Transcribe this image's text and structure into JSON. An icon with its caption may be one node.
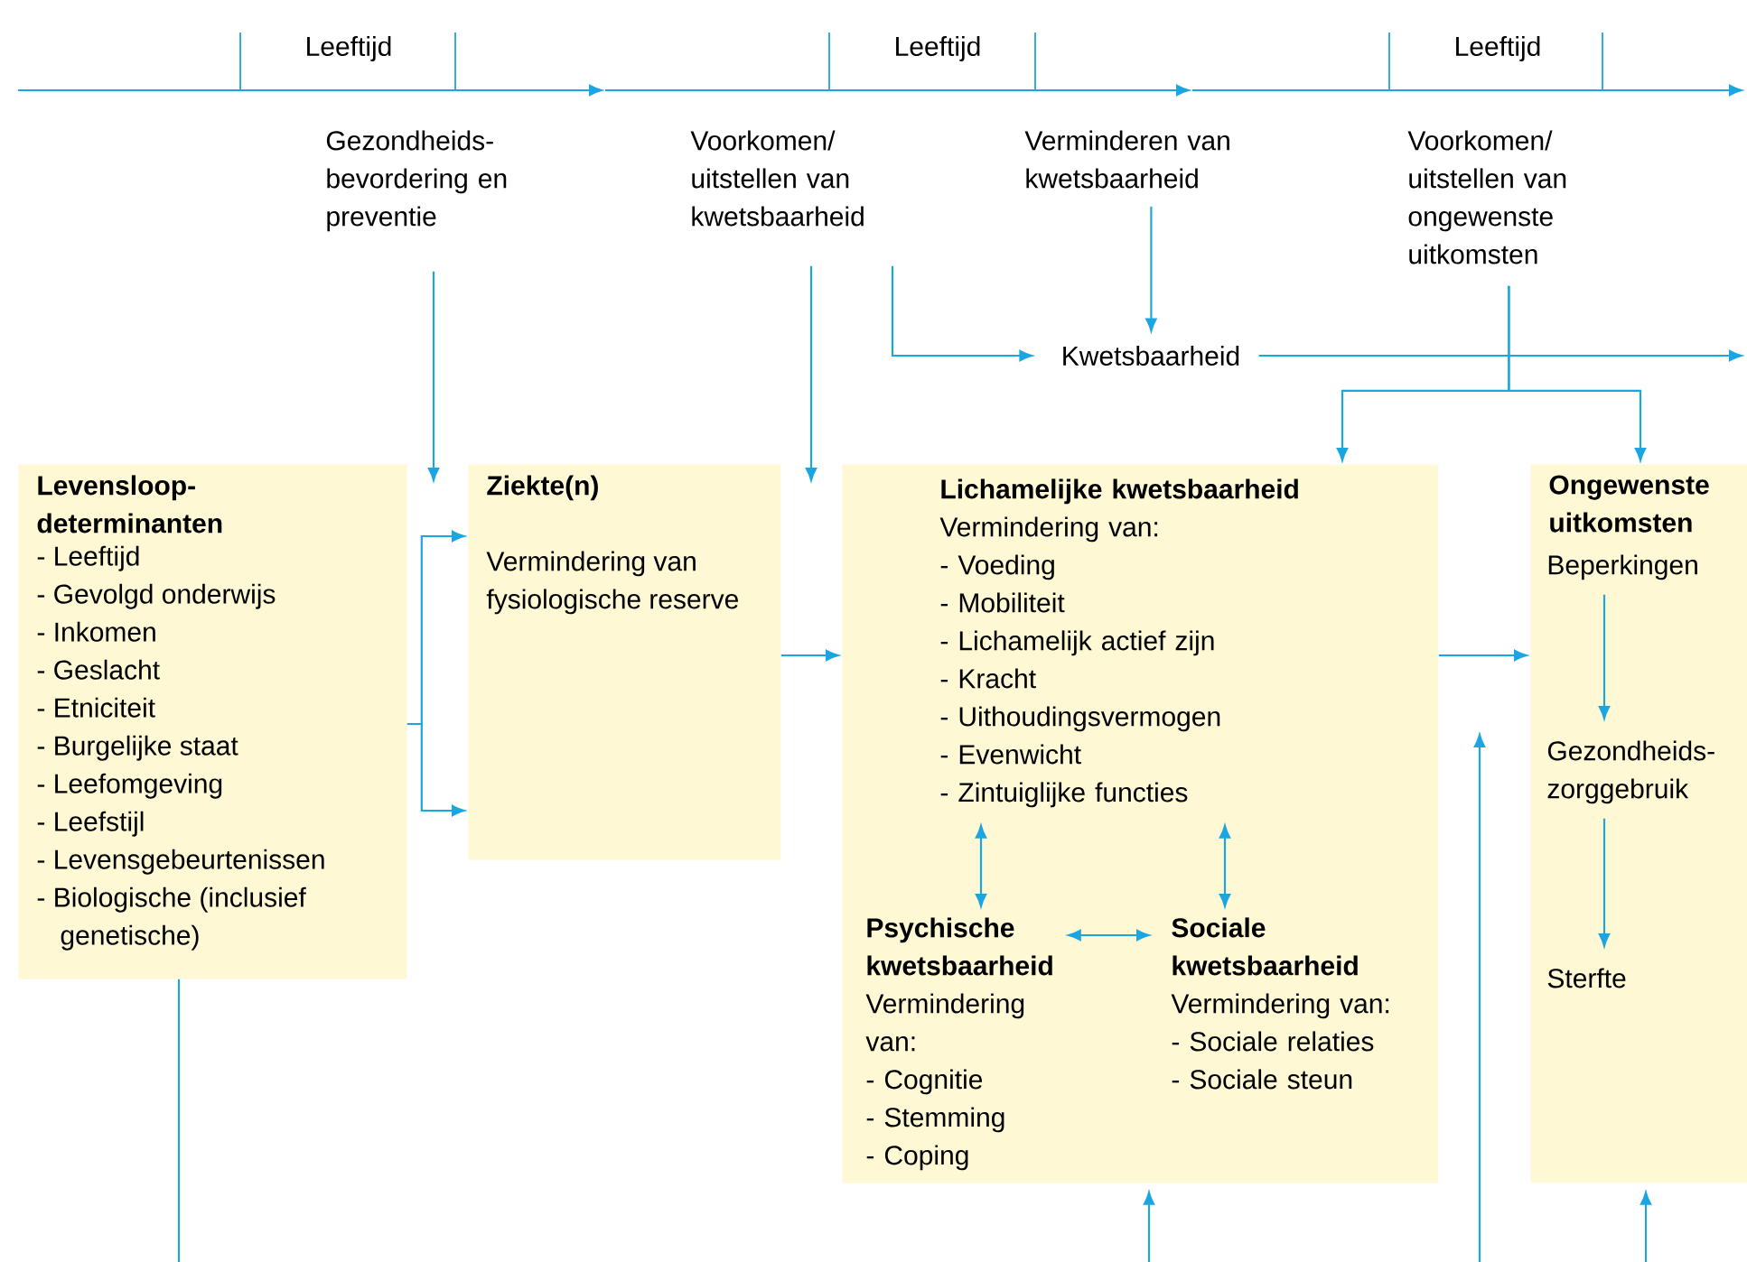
{
  "diagram": {
    "nodes": [
      {
        "text": [
          "Gezondheids- bevordering en preventie"
        ]
      },
      {
        "text": [
          "Voorkomen/ uitstellen van kwetsbaarheid"
        ]
      },
      {
        "text": [
          "Verminderen van kwetsbaarheid"
        ]
      },
      {
        "text": [
          "Voorkomen/ uitstellen van ongewenste uitkomsten"
        ]
      },
      {
        "text": [
          "Kwetsbaarheid"
        ]
      },
      {
        "text": [
          "Levensloop- determinanten",
          "- Leeftijd",
          "- Gevolgd onderwijs",
          "- Inkomen",
          "- Geslacht",
          "- Etniciteit",
          "- Burgelijke staat",
          "- Leefomgeving",
          "- Leefstijl",
          "- Levensgebeurtenissen",
          "- Biologische (inclusief genetische)"
        ]
      },
      {
        "text": [
          "Ziekte(n)",
          "Vermindering van fysiologische reserve"
        ]
      },
      {
        "text": [],
        "shape": "box"
      },
      {
        "text": [
          "Lichamelijke kwetsbaarheid",
          "Vermindering van:",
          "- Voeding",
          "- Mobiliteit",
          "- Lichamelijk actief zijn",
          "- Kracht",
          "- Uithoudingsvermogen",
          "- Evenwicht",
          "- Zintuiglijke functies"
        ],
        "in": 7
      },
      {
        "text": [
          "Psychische kwetsbaarheid",
          "Vermindering van:",
          "- Cognitie",
          "- Stemming",
          "- Coping"
        ],
        "in": 7
      },
      {
        "text": [
          "Sociale kwetsbaarheid",
          "Vermindering van:",
          "- Sociale relaties",
          "- Sociale steun"
        ],
        "in": 7
      },
      {
        "text": [
          "Ongewenste uitkomsten"
        ]
      },
      {
        "text": [
          "Beperkingen"
        ],
        "in": 11
      },
      {
        "text": [
          "Gezondheids- zorggebruik"
        ],
        "in": 11
      },
      {
        "text": [
          "Sterfte"
        ],
        "in": 11
      }
    ],
    "edges": [
      {
        "from": 0,
        "to": null,
        "arrow": "to"
      },
      {
        "from": 1,
        "to": null,
        "arrow": "to"
      },
      {
        "from": 1,
        "to": 4,
        "arrow": "to"
      },
      {
        "from": 2,
        "to": 4,
        "arrow": "to"
      },
      {
        "from": 4,
        "to": null,
        "arrow": "to"
      },
      {
        "from": 3,
        "to": 7,
        "arrow": "to"
      },
      {
        "from": 3,
        "to": 11,
        "arrow": "to"
      },
      {
        "from": 5,
        "to": 6,
        "arrow": "to"
      },
      {
        "from": 5,
        "to": 6,
        "arrow": "to"
      },
      {
        "from": 6,
        "to": 7,
        "arrow": "to"
      },
      {
        "from": 7,
        "to": 11,
        "arrow": "to"
      },
      {
        "from": 8,
        "to": 9,
        "arrow": "both"
      },
      {
        "from": 8,
        "to": 10,
        "arrow": "both"
      },
      {
        "from": 9,
        "to": 10,
        "arrow": "both"
      },
      {
        "from": 12,
        "to": 13,
        "arrow": "to"
      },
      {
        "from": 13,
        "to": 14,
        "arrow": "to"
      },
      {
        "from": 5,
        "to": null,
        "arrow": "none"
      },
      {
        "from": null,
        "to": 7,
        "arrow": "to"
      },
      {
        "from": null,
        "to": 11,
        "arrow": "to"
      }
    ],
    "labels": [
      "Leeftijd",
      "Leeftijd",
      "Leeftijd"
    ]
  }
}
